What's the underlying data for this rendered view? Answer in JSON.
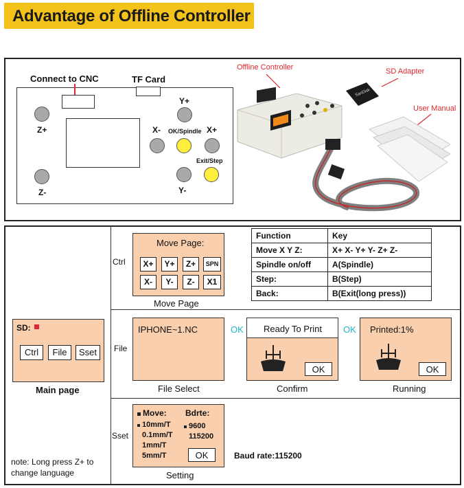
{
  "title": "Advantage of Offline Controller",
  "device": {
    "connect_label": "Connect to CNC",
    "tf_label": "TF Card",
    "zplus": "Z+",
    "zminus": "Z-",
    "yplus": "Y+",
    "yminus": "Y-",
    "xminus": "X-",
    "xplus": "X+",
    "ok_spindle": "OK/Spindle",
    "exit_step": "Exit/Step"
  },
  "photo": {
    "offline_controller": "Offline Controller",
    "sd_adapter": "SD Adapter",
    "user_manual": "User Manual"
  },
  "main_page": {
    "sd_label": "SD:",
    "btn_ctrl": "Ctrl",
    "btn_file": "File",
    "btn_sset": "Sset",
    "caption": "Main page",
    "note": "note: Long press Z+ to change language"
  },
  "ctrl": {
    "row_label": "Ctrl",
    "screen_title": "Move Page:",
    "keys_row1": [
      "X+",
      "Y+",
      "Z+",
      "SPN"
    ],
    "keys_row2": [
      "X-",
      "Y-",
      "Z-",
      "X1"
    ],
    "caption": "Move Page"
  },
  "key_table": {
    "header": [
      "Function",
      "Key"
    ],
    "rows": [
      [
        "Move X Y Z:",
        "X+  X-  Y+  Y-  Z+  Z-"
      ],
      [
        "Spindle on/off",
        "A(Spindle)"
      ],
      [
        "Step:",
        "B(Step)"
      ],
      [
        "Back:",
        "B(Exit(long press))"
      ]
    ]
  },
  "file": {
    "row_label": "File",
    "filename": "IPHONE~1.NC",
    "caption_select": "File Select",
    "ok1": "OK",
    "ready_title": "Ready To Print",
    "ok_button": "OK",
    "caption_confirm": "Confirm",
    "ok2": "OK",
    "printed_title": "Printed:1%",
    "caption_running": "Running"
  },
  "sset": {
    "row_label": "Sset",
    "move_title": "Move:",
    "bdrte_title": "Bdrte:",
    "move_options": [
      "10mm/T",
      "0.1mm/T",
      "1mm/T",
      "5mm/T"
    ],
    "baud_options": [
      "9600",
      "115200"
    ],
    "ok_button": "OK",
    "caption": "Setting",
    "baud_rate": "Baud rate:115200"
  },
  "colors": {
    "title_bg": "#f3c21b",
    "screen_bg": "#f9cfae",
    "ok_text": "#1fb7c9",
    "button_yellow": "#ffee3c",
    "annotation_red": "#e0262a"
  }
}
